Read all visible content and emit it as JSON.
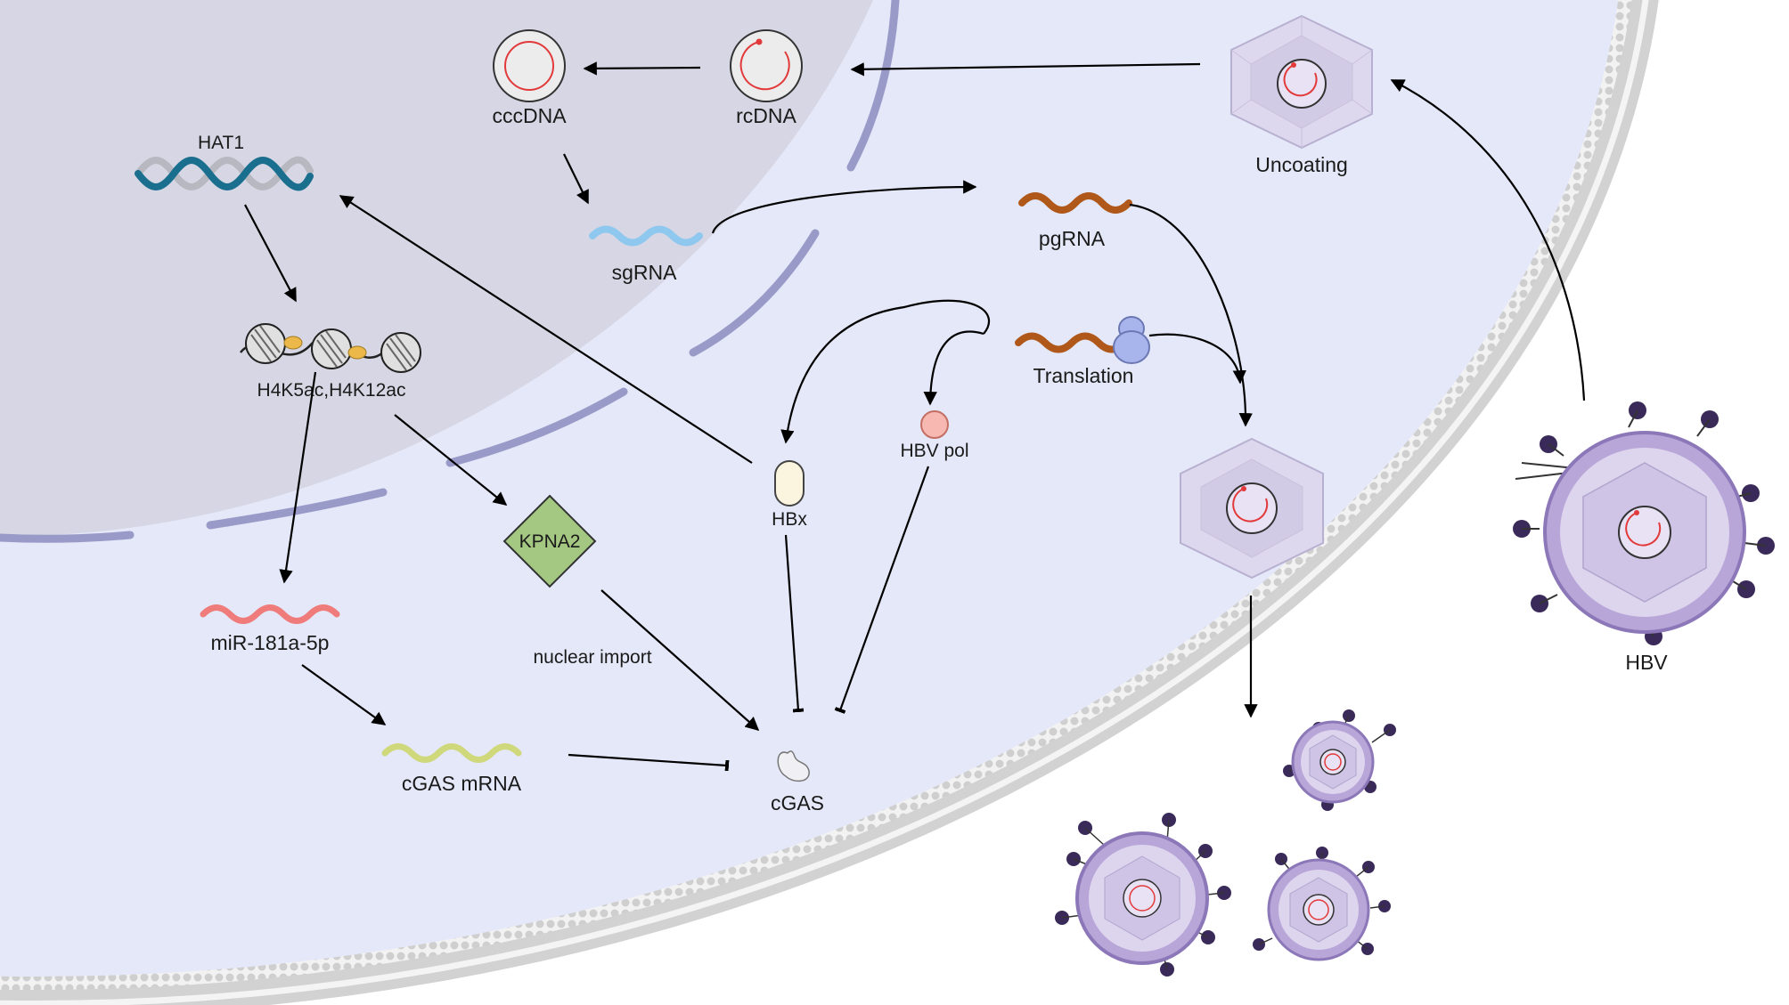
{
  "colors": {
    "cell_bg": "#e4e8f8",
    "nucleus_bg": "#d6d6e4",
    "membrane": "#c8c8c8",
    "capsid": "#ded8ee",
    "envelope": "#b8a6d8",
    "spike": "#3a2a5a",
    "genome": "#e23a3a",
    "dna_blue": "#1a6e8e",
    "sgrna": "#8fc8ee",
    "pgrna": "#b0581a",
    "mirna": "#ef7b7b",
    "cgas_mrna": "#cfd87a",
    "kpna2": "#a4c882",
    "hbx": "#fbf4de",
    "hbv_pol": "#f6b8b0",
    "ribosome": "#a8b4ec",
    "histone_mark": "#ecb84a"
  },
  "nodes": {
    "cccdna": "cccDNA",
    "rcdna": "rcDNA",
    "uncoating": "Uncoating",
    "hat1": "HAT1",
    "sgrna": "sgRNA",
    "pgrna": "pgRNA",
    "histone": "H4K5ac,H4K12ac",
    "translation": "Translation",
    "hbx": "HBx",
    "hbv_pol": "HBV pol",
    "kpna2": "KPNA2",
    "mirna": "miR-181a-5p",
    "nuclear_import": "nuclear import",
    "cgas_mrna": "cGAS mRNA",
    "cgas": "cGAS",
    "hbv": "HBV"
  }
}
